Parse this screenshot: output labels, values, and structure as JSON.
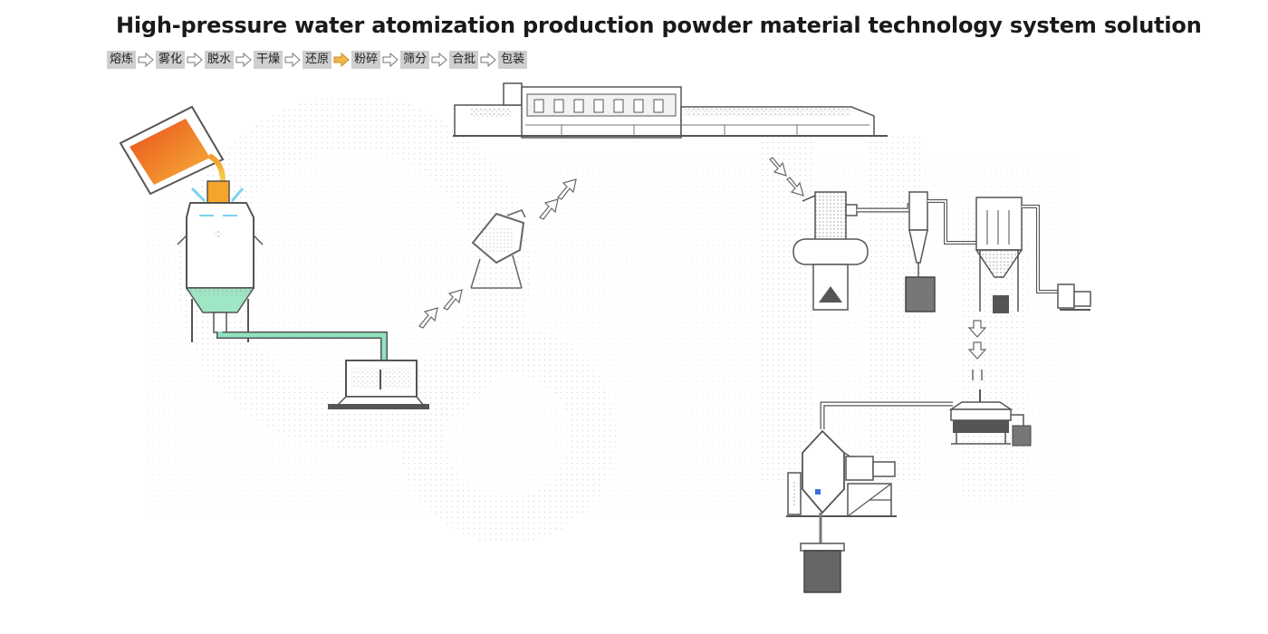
{
  "title": "High-pressure water atomization production powder material technology system solution",
  "steps": [
    "熔炼",
    "雾化",
    "脱水",
    "干燥",
    "还原",
    "粉碎",
    "筛分",
    "合批",
    "包装"
  ],
  "active_arrow_index": 4,
  "colors": {
    "molten": "#f07a1e",
    "molten_light": "#f7c64a",
    "slurry": "#7fe0b5",
    "active_arrow": "#f2b84a",
    "step_bg": "#cfcfcf",
    "outline": "#666666",
    "dot": "#bcbcbc"
  },
  "icons": [
    "ladle-icon",
    "atomizer-tower-icon",
    "dewatering-tank-icon",
    "rotary-dryer-icon",
    "reduction-furnace-icon",
    "crusher-icon",
    "cyclone-icon",
    "bag-filter-icon",
    "fan-icon",
    "vibrating-sieve-icon",
    "blender-icon",
    "packing-drum-icon",
    "flow-arrow-icon"
  ]
}
